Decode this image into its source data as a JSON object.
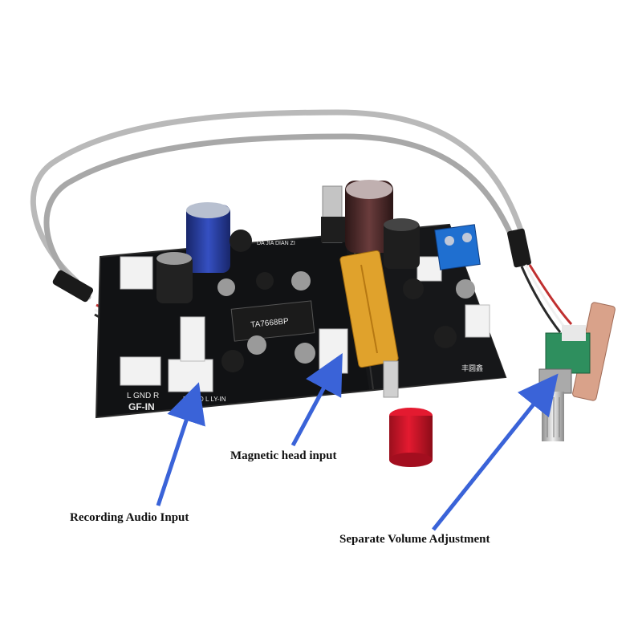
{
  "callouts": {
    "recording_audio_input": "Recording Audio Input",
    "magnetic_head_input": "Magnetic head input",
    "separate_volume_adjustment": "Separate Volume Adjustment"
  },
  "board_silkscreen": {
    "left_connector_label": "L GND R",
    "gf_in": "GF-IN",
    "ly_in": "R GND L LY-IN",
    "chip_marking": "TA7668BP",
    "header_text": "DA JIA DIAN ZI",
    "chinese_text": "丰圆鑫"
  },
  "colors": {
    "pcb": "#111214",
    "cable": "#b9b9b9",
    "arrow": "#3a63d8",
    "capacitor_blue": "#2a3f9e",
    "capacitor_brown": "#4a2a2a",
    "terminal_blue": "#1f6fd0",
    "knob_red": "#d8142a",
    "pot_green": "#2e8f5e"
  }
}
